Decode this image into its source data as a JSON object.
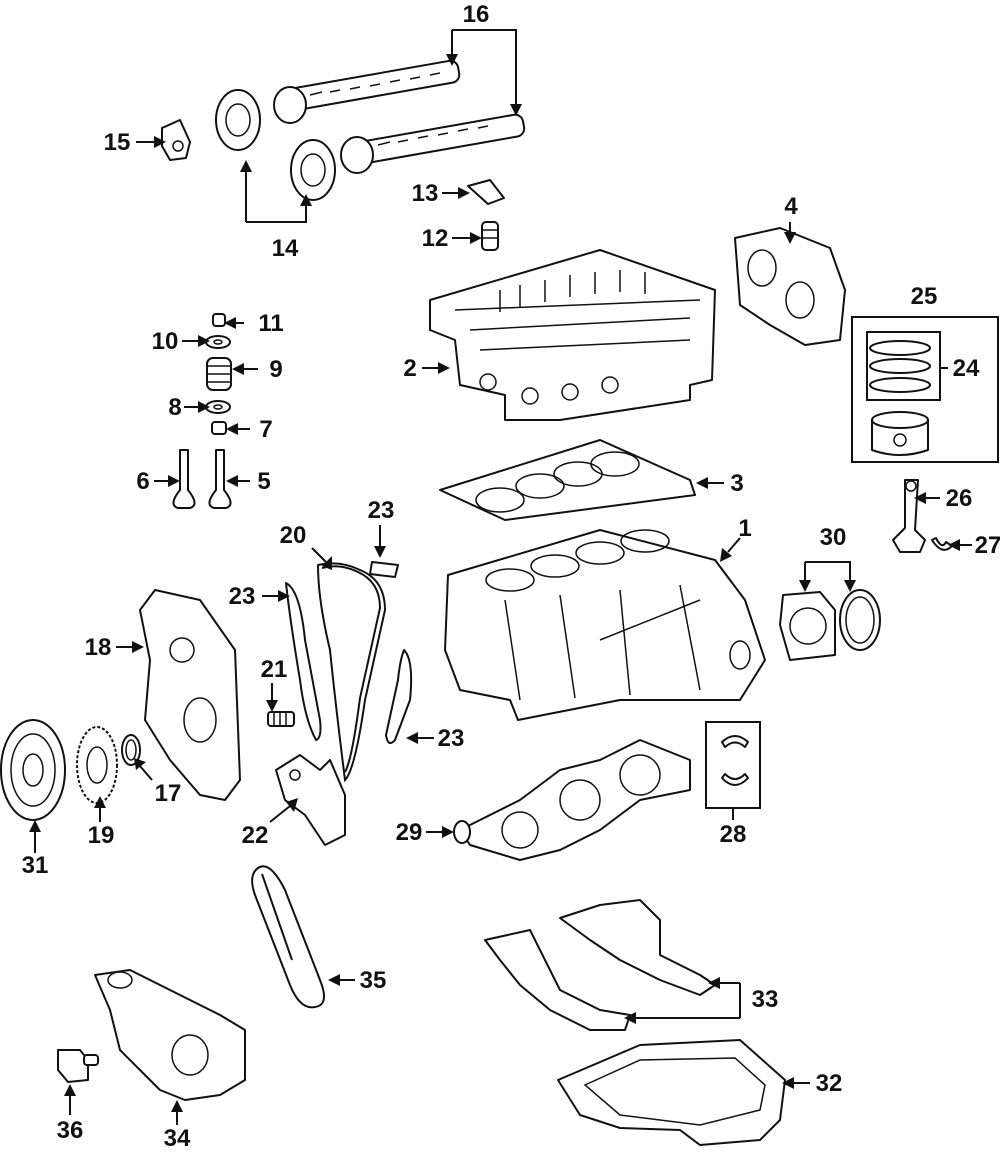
{
  "callouts": {
    "c1": "1",
    "c2": "2",
    "c3": "3",
    "c4": "4",
    "c5": "5",
    "c6": "6",
    "c7": "7",
    "c8": "8",
    "c9": "9",
    "c10": "10",
    "c11": "11",
    "c12": "12",
    "c13": "13",
    "c14": "14",
    "c15": "15",
    "c16": "16",
    "c17": "17",
    "c18": "18",
    "c19": "19",
    "c20": "20",
    "c21": "21",
    "c22": "22",
    "c23a": "23",
    "c23b": "23",
    "c23c": "23",
    "c24": "24",
    "c25": "25",
    "c26": "26",
    "c27": "27",
    "c28": "28",
    "c29": "29",
    "c30": "30",
    "c31": "31",
    "c32": "32",
    "c33": "33",
    "c34": "34",
    "c35": "35",
    "c36": "36"
  },
  "colors": {
    "ink": "#111111",
    "paper": "#ffffff"
  }
}
